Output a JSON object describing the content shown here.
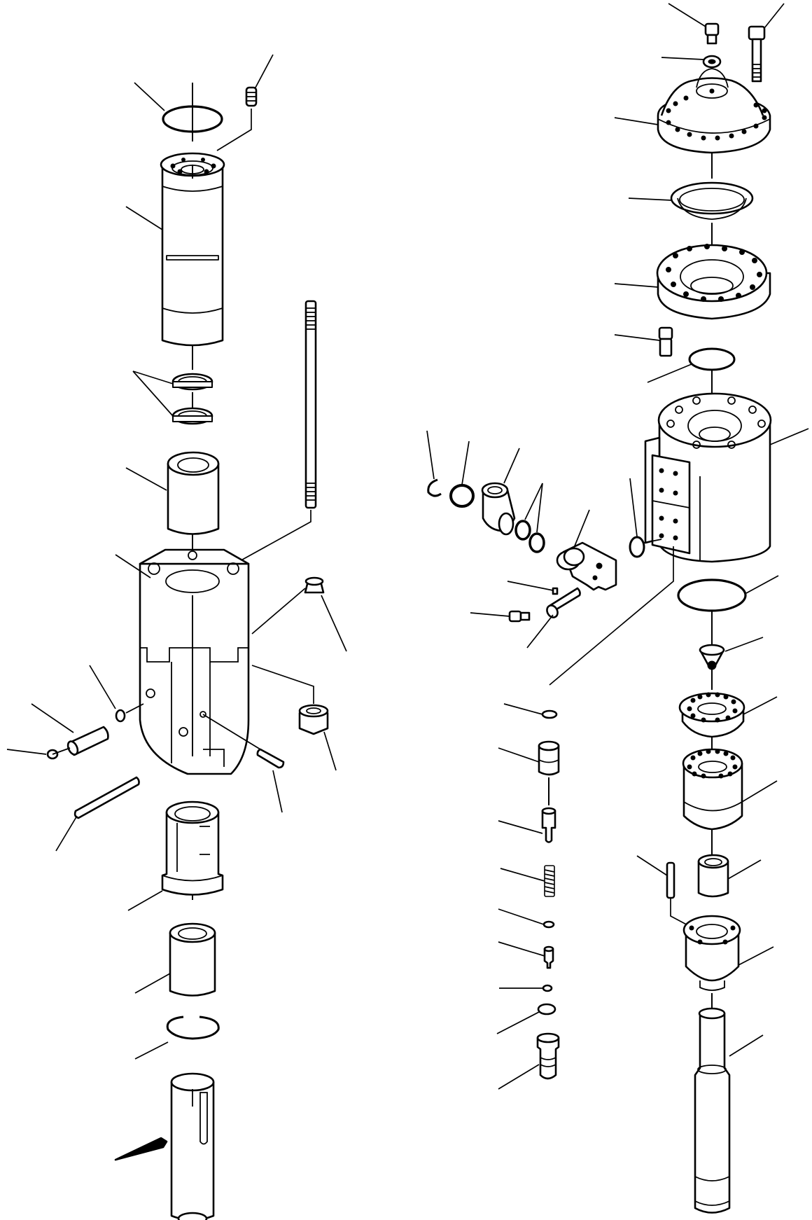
{
  "figure": {
    "kind": "exploded-assembly-drawing",
    "line_color": "#000000",
    "background": "#ffffff",
    "left_column_parts": [
      "o-ring",
      "set-screw",
      "cylinder",
      "seal",
      "seal",
      "bushing",
      "front-head",
      "tie-rod",
      "plug",
      "plug",
      "o-ring",
      "pin",
      "o-ring",
      "pin",
      "pin",
      "front-bushing",
      "tool-bushing",
      "retaining-ring",
      "tool"
    ],
    "right_column_parts": [
      "socket-bolt",
      "socket-bolt",
      "washer",
      "back-head",
      "diaphragm",
      "accumulator-body",
      "bolt",
      "o-ring",
      "valve-block",
      "snap-ring",
      "o-ring",
      "elbow-fitting",
      "o-ring",
      "o-ring",
      "valve-plug",
      "small-o-ring",
      "screw",
      "screw",
      "o-ring",
      "o-ring",
      "check-valve",
      "valve-cage",
      "valve",
      "sleeve",
      "pin",
      "piston-guide",
      "piston",
      "o-ring",
      "plug",
      "valve-stem",
      "spring",
      "o-ring",
      "poppet",
      "o-ring",
      "washer",
      "nozzle"
    ]
  }
}
